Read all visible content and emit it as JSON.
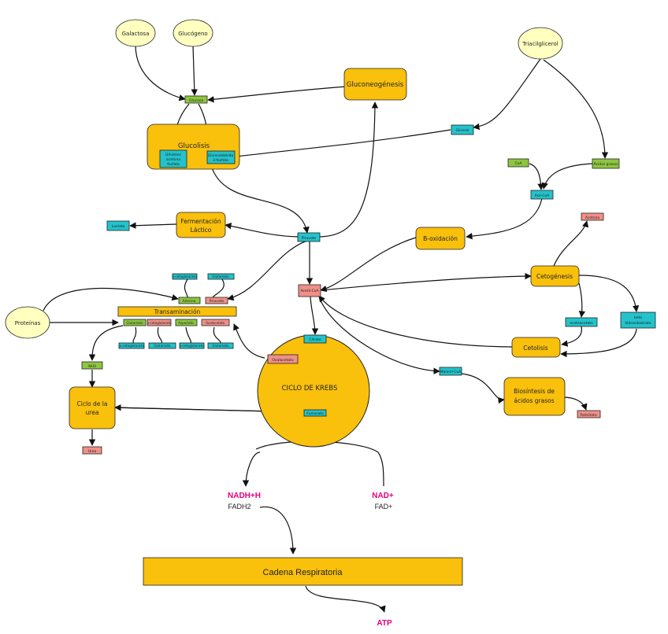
{
  "colors": {
    "orange": "#f9c00c",
    "green": "#8dc63f",
    "cyan": "#22c3cc",
    "salmon": "#f09088",
    "cream": "#ffffc0",
    "magenta": "#e6007e"
  },
  "sources": {
    "galactosa": "Galactosa",
    "glucogeno": "Glucógeno",
    "trigliceridos": "Triacilglicerol",
    "proteinas": "Proteínas"
  },
  "processes": {
    "gluconeogenesis": "Gluconeogénesis",
    "glucolisis": "Glucolisis",
    "fermentacion": [
      "Fermentación",
      "Láctico"
    ],
    "beta_oxidacion": "B-oxidación",
    "cetogenesis": "Cetogénesis",
    "cetolisis": "Cetolisis",
    "transaminacion": "Transaminación",
    "ciclo_urea": [
      "Ciclo de la",
      "urea"
    ],
    "krebs": "CICLO DE KREBS",
    "biosintesis": [
      "Biosíntesis de",
      "ácidos grasos"
    ],
    "cadena": "Cadena Respiratoria"
  },
  "metabolites": {
    "glucosa": "Glucosa",
    "dihidroxi": [
      "Dihidroxi",
      "acetona",
      "fosfato"
    ],
    "gliceraldehido": [
      "Gliceraldehído",
      "3-fosfato"
    ],
    "glicerol": "Glicerol",
    "coa": "CoA",
    "acidos_grasos": "Ácidos grasos",
    "acil_coa": "Acil-CoA",
    "lactato": "Lactato",
    "piruvato": "Piruvato",
    "acetona": "Acetona",
    "alanina": "Alanina",
    "piruvato2": "Piruvato",
    "acetil_coa": "Acetil-CoA",
    "acetoacetato": "acetoacetato",
    "beta_hidroxi": [
      "beta",
      "hidroxibutirato"
    ],
    "citrato": "Citrato",
    "oxalacetato": "Oxalacetato",
    "malonil": "Malonil-CoA",
    "fumarato": "Fumarato",
    "urea": "Urea",
    "palmitato": "Palmitato",
    "nh3": "NH3",
    "glutamato_a": "Glutamato",
    "cetoglutarato_a": "α-cetoglutarato",
    "aspartato": "Aspartato",
    "oxalacetato_b": "Oxalacetato",
    "glutamato_top": "α-cetoglutarato",
    "glutamato_top2": "Glutamato",
    "bottom_1": "α-cetoglutarato",
    "bottom_2": "Glutamato",
    "bottom_3": "α-cetoglutarato",
    "bottom_4": "Glutamato"
  },
  "cofactors": {
    "nadh": "NADH+H",
    "fadh2": "FADH2",
    "nad": "NAD+",
    "fad": "FAD+",
    "atp": "ATP"
  }
}
